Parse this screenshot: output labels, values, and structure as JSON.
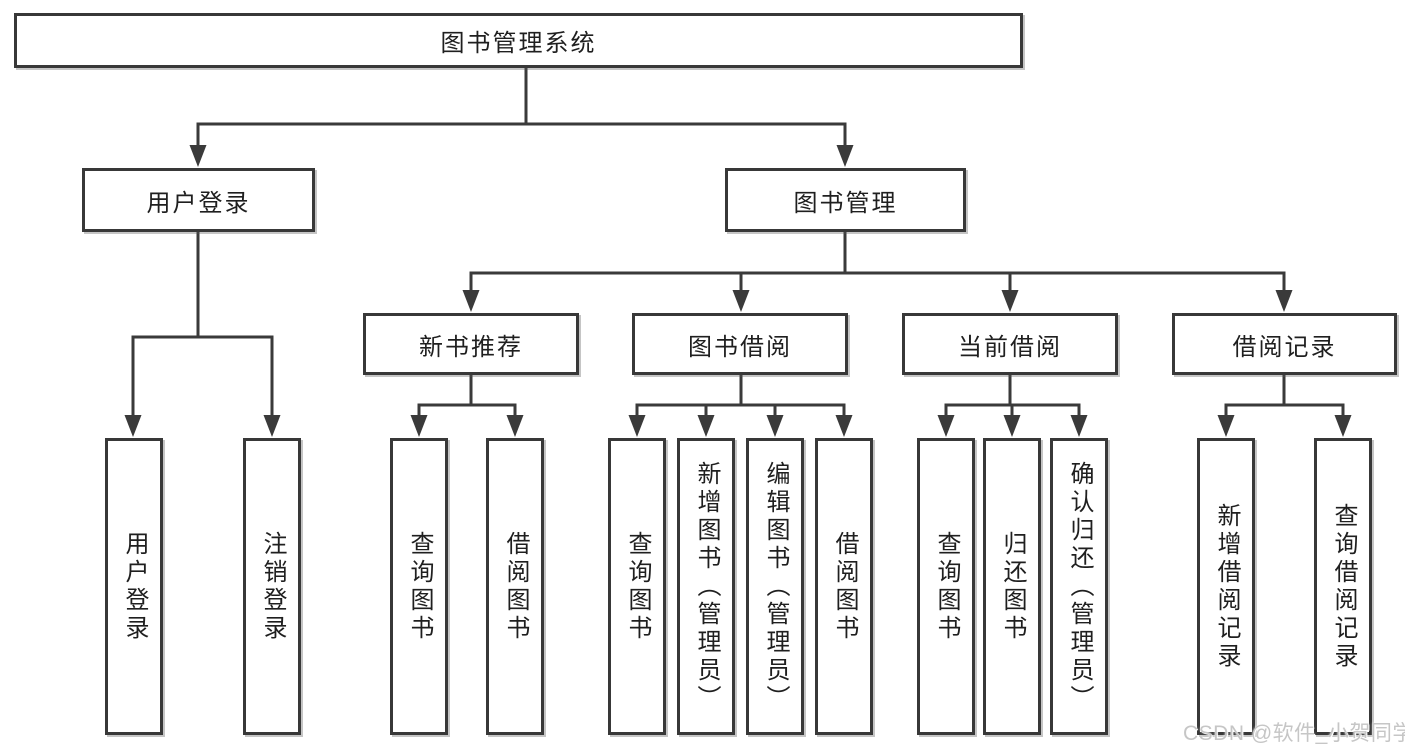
{
  "tree": {
    "root": "图书管理系统",
    "branches": [
      {
        "label": "用户登录",
        "children": [
          "用户登录",
          "注销登录"
        ]
      },
      {
        "label": "图书管理",
        "sections": [
          {
            "label": "新书推荐",
            "children": [
              "查询图书",
              "借阅图书"
            ]
          },
          {
            "label": "图书借阅",
            "children": [
              "查询图书",
              "新增图书（管理员）",
              "编辑图书（管理员）",
              "借阅图书"
            ]
          },
          {
            "label": "当前借阅",
            "children": [
              "查询图书",
              "归还图书",
              "确认归还（管理员）"
            ]
          },
          {
            "label": "借阅记录",
            "children": [
              "新增借阅记录",
              "查询借阅记录"
            ]
          }
        ]
      }
    ]
  },
  "watermark": {
    "text": "CSDN @软件_小贺同学"
  },
  "colors": {
    "line": "#3a3a3a",
    "box_border": "#383838",
    "box_fill": "#ffffff",
    "text": "#1f1f1f",
    "watermark": "#c6c6c6"
  }
}
